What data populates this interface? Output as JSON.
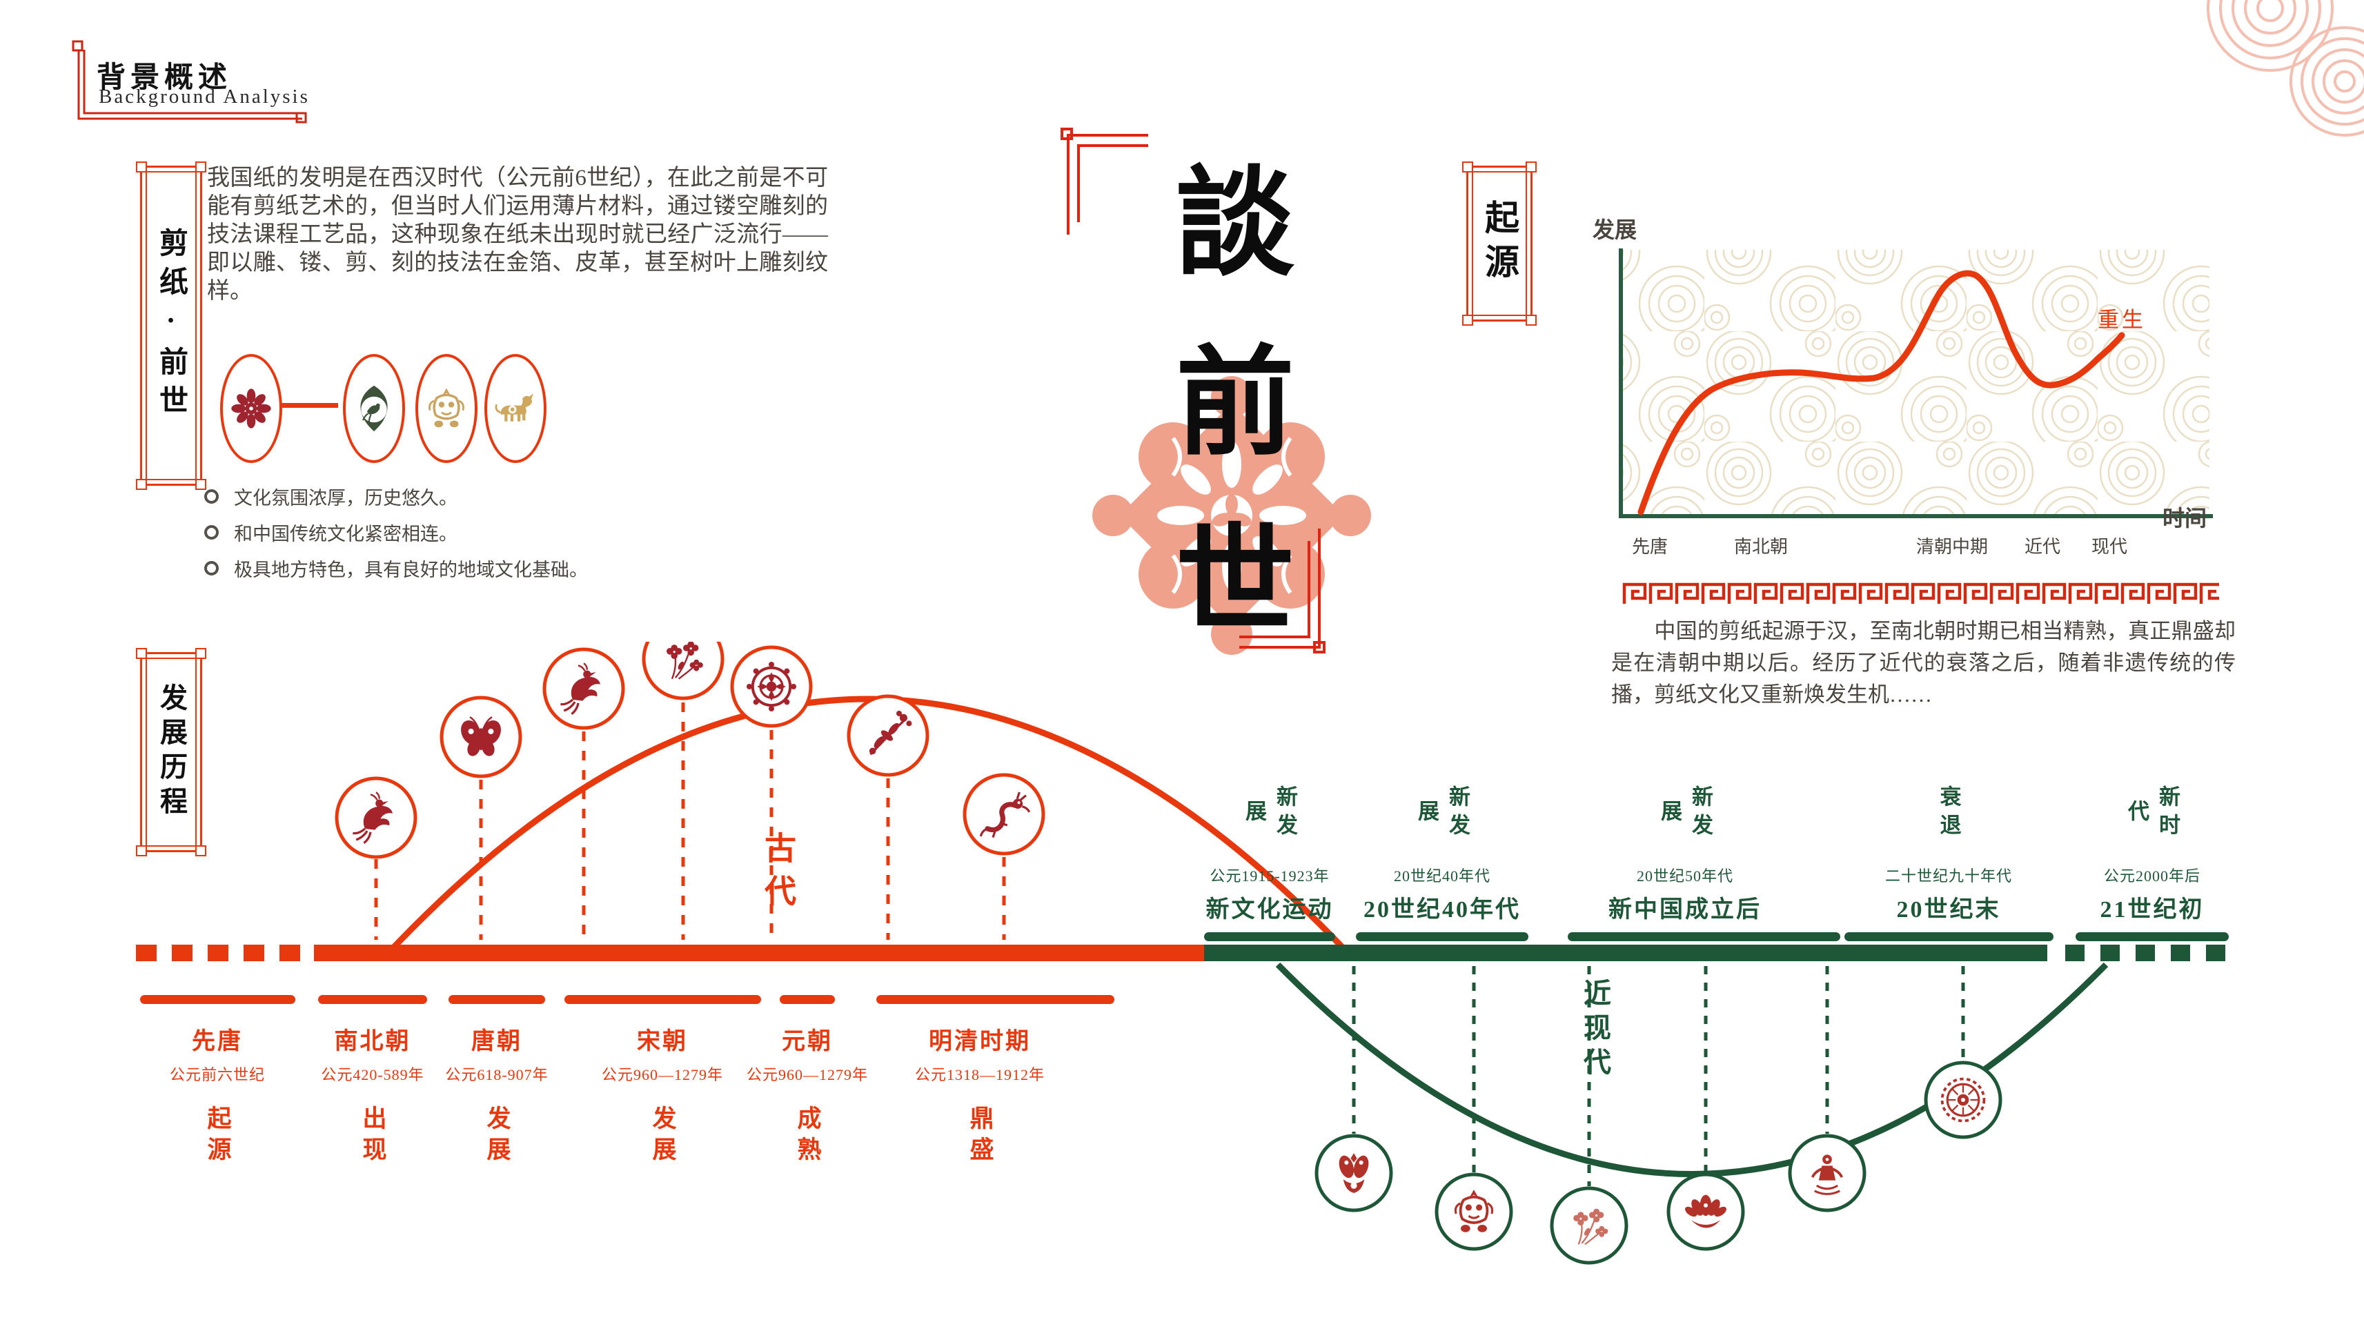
{
  "header": {
    "title": "背景概述",
    "subtitle": "Background Analysis"
  },
  "intro": {
    "box_label": "剪纸·前世",
    "paragraph": "我国纸的发明是在西汉时代（公元前6世纪），在此之前是不可能有剪纸艺术的，但当时人们运用薄片材料，通过镂空雕刻的技法课程工艺品，这种现象在纸未出现时就已经广泛流行——即以雕、镂、剪、刻的技法在金箔、皮革，甚至树叶上雕刻纹样。",
    "bullets": [
      "文化氛围浓厚，历史悠久。",
      "和中国传统文化紧密相连。",
      "极具地方特色，具有良好的地域文化基础。"
    ],
    "medallion_icons": [
      "red-flower-papercut",
      "green-leaf-rooster-papercut",
      "gold-lion-mask-papercut",
      "gold-ox-papercut"
    ]
  },
  "title": {
    "text": "談前世",
    "chars": [
      "談",
      "前",
      "世"
    ],
    "ornament": "pink-papercut-flower"
  },
  "origin": {
    "box_label": "起源",
    "paragraph": "　　中国的剪纸起源于汉，至南北朝时期已相当精熟，真正鼎盛却是在清朝中期以后。经历了近代的衰落之后，随着非遗传统的传播，剪纸文化又重新焕发生机……",
    "border_icon": "red-meander-border"
  },
  "chart_data": {
    "type": "line",
    "categories": [
      "先唐",
      "南北朝",
      "清朝中期",
      "近代",
      "现代"
    ],
    "values": [
      8,
      52,
      92,
      48,
      70
    ],
    "ylim": [
      0,
      100
    ],
    "xlabel": "时间",
    "ylabel": "发展",
    "annotation": "重生",
    "line_color": "#e8380d",
    "axis_color": "#1e5638",
    "grid": false,
    "background_icon": "concentric-rings-pattern"
  },
  "timeline": {
    "box_label": "发展历程",
    "ancient": {
      "arc_label": "古代",
      "color": "#e8380d",
      "periods": [
        {
          "name": "先唐",
          "date": "公元前六世纪",
          "stage": "起源"
        },
        {
          "name": "南北朝",
          "date": "公元420-589年",
          "stage": "出现"
        },
        {
          "name": "唐朝",
          "date": "公元618-907年",
          "stage": "发展"
        },
        {
          "name": "宋朝",
          "date": "公元960—1279年",
          "stage": "发展"
        },
        {
          "name": "元朝",
          "date": "公元960—1279年",
          "stage": "成熟"
        },
        {
          "name": "明清时期",
          "date": "公元1318—1912年",
          "stage": "鼎盛"
        }
      ],
      "circle_icons": [
        "phoenix-papercut",
        "butterfly-papercut",
        "bird-papercut",
        "blossom-papercut",
        "rosette-papercut",
        "floral-sprig-papercut",
        "dragon-papercut"
      ]
    },
    "modern": {
      "arc_label": "近现代",
      "color": "#1e5638",
      "periods": [
        {
          "name": "新文化运动",
          "date": "公元1915-1923年",
          "stage": "新发展"
        },
        {
          "name": "20世纪40年代",
          "date": "20世纪40年代",
          "stage": "新发展"
        },
        {
          "name": "新中国成立后",
          "date": "20世纪50年代",
          "stage": "新发展"
        },
        {
          "name": "20世纪末",
          "date": "二十世纪九十年代",
          "stage": "衰退"
        },
        {
          "name": "21世纪初",
          "date": "公元2000年后",
          "stage": "新时代"
        }
      ],
      "circle_icons": [
        "twin-fish-papercut",
        "mask-papercut",
        "floral-cluster-papercut",
        "lotus-papercut",
        "figure-papercut",
        "wheel-medallion-papercut"
      ]
    }
  },
  "decorations": {
    "corner_icon": "pink-concentric-rings",
    "frame_icon": "red-corner-brackets"
  }
}
